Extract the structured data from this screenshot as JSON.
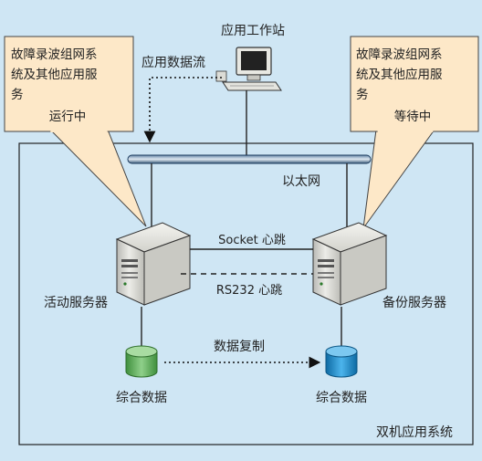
{
  "workstation": {
    "label": "应用工作站"
  },
  "data_flow": {
    "label": "应用数据流"
  },
  "ethernet": {
    "label": "以太网"
  },
  "left_bubble": {
    "lines": [
      "故障录波组网系",
      "统及其他应用服",
      "务"
    ],
    "status": "运行中"
  },
  "right_bubble": {
    "lines": [
      "故障录波组网系",
      "统及其他应用服",
      "务"
    ],
    "status": "等待中"
  },
  "links": {
    "socket": "Socket 心跳",
    "rs232": "RS232 心跳",
    "replication": "数据复制"
  },
  "servers": {
    "active": "活动服务器",
    "backup": "备份服务器"
  },
  "databases": {
    "left": {
      "label": "综合数据",
      "color": "#6db86a"
    },
    "right": {
      "label": "综合数据",
      "color": "#1c8fcf"
    }
  },
  "system": {
    "label": "双机应用系统"
  },
  "colors": {
    "background": "#cfe6f4",
    "bubble_fill": "#fde8c8",
    "bus": "#1b3a5c",
    "server_body": "#dcdcd8"
  }
}
